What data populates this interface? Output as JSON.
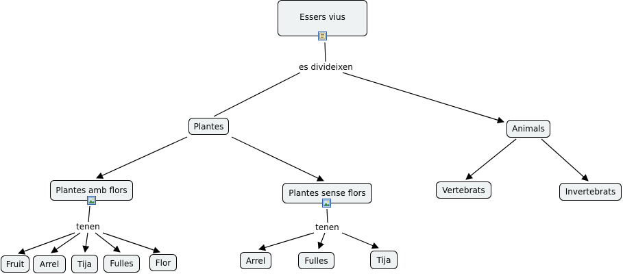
{
  "map": {
    "root": "Essers vius",
    "root_link": "es divideixen",
    "plantes": "Plantes",
    "animals": "Animals",
    "amb_flors": "Plantes amb flors",
    "sense_flors": "Plantes sense flors",
    "tenen_1": "tenen",
    "tenen_2": "tenen",
    "vertebrats": "Vertebrats",
    "invertebrats": "Invertebrats",
    "amb_parts": [
      "Fruit",
      "Arrel",
      "Tija",
      "Fulles",
      "Flor"
    ],
    "sense_parts": [
      "Arrel",
      "Fulles",
      "Tija"
    ]
  },
  "icons": {
    "root_resource": "document-icon",
    "amb_flors_resource": "image-icon",
    "sense_flors_resource": "image-icon"
  }
}
